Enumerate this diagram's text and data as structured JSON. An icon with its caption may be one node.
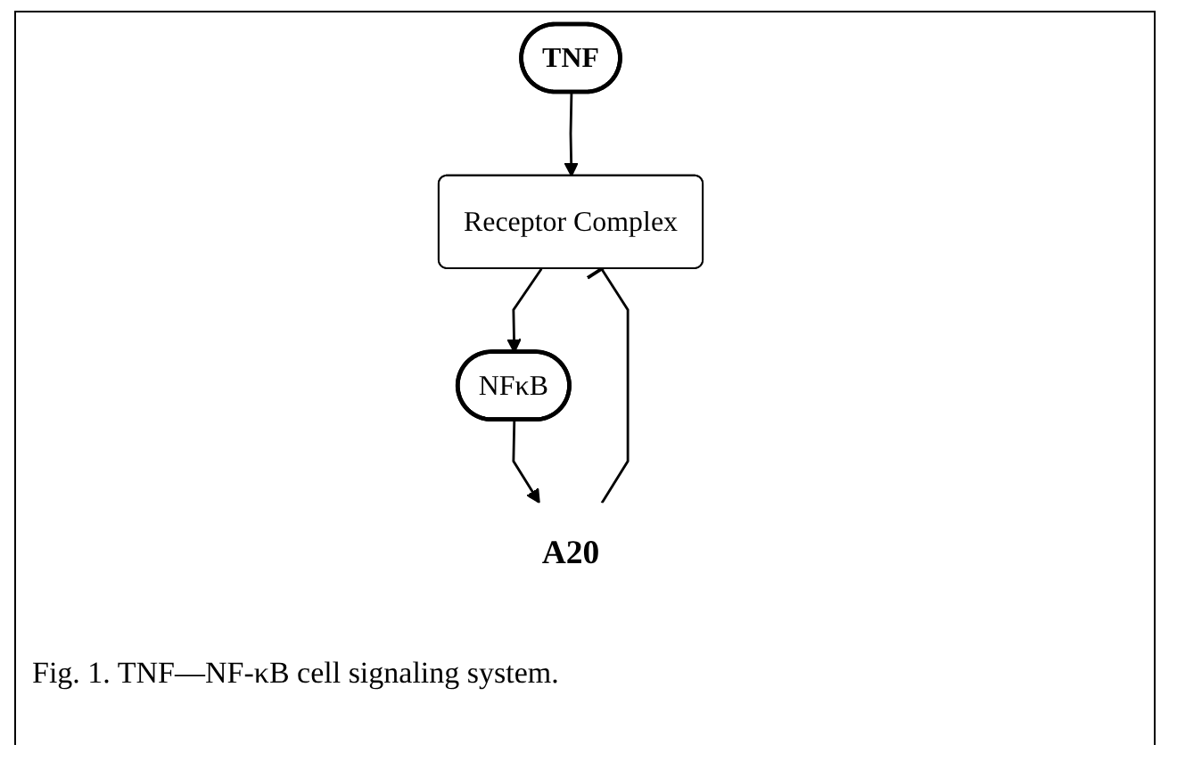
{
  "diagram": {
    "caption": "Fig. 1. TNF—NF-κB cell signaling system.",
    "nodes": [
      {
        "text": [
          "TNF"
        ]
      },
      {
        "text": [
          "Receptor Complex"
        ]
      },
      {
        "text": [
          "NFκB"
        ]
      },
      {
        "text": [
          "A20"
        ]
      }
    ],
    "edges": [
      {
        "from": 0,
        "to": 1,
        "arrow": "to"
      },
      {
        "from": 1,
        "to": 2,
        "arrow": "to"
      },
      {
        "from": 2,
        "to": 3,
        "arrow": "to"
      },
      {
        "from": 3,
        "to": 1,
        "arrow": "other"
      }
    ]
  }
}
